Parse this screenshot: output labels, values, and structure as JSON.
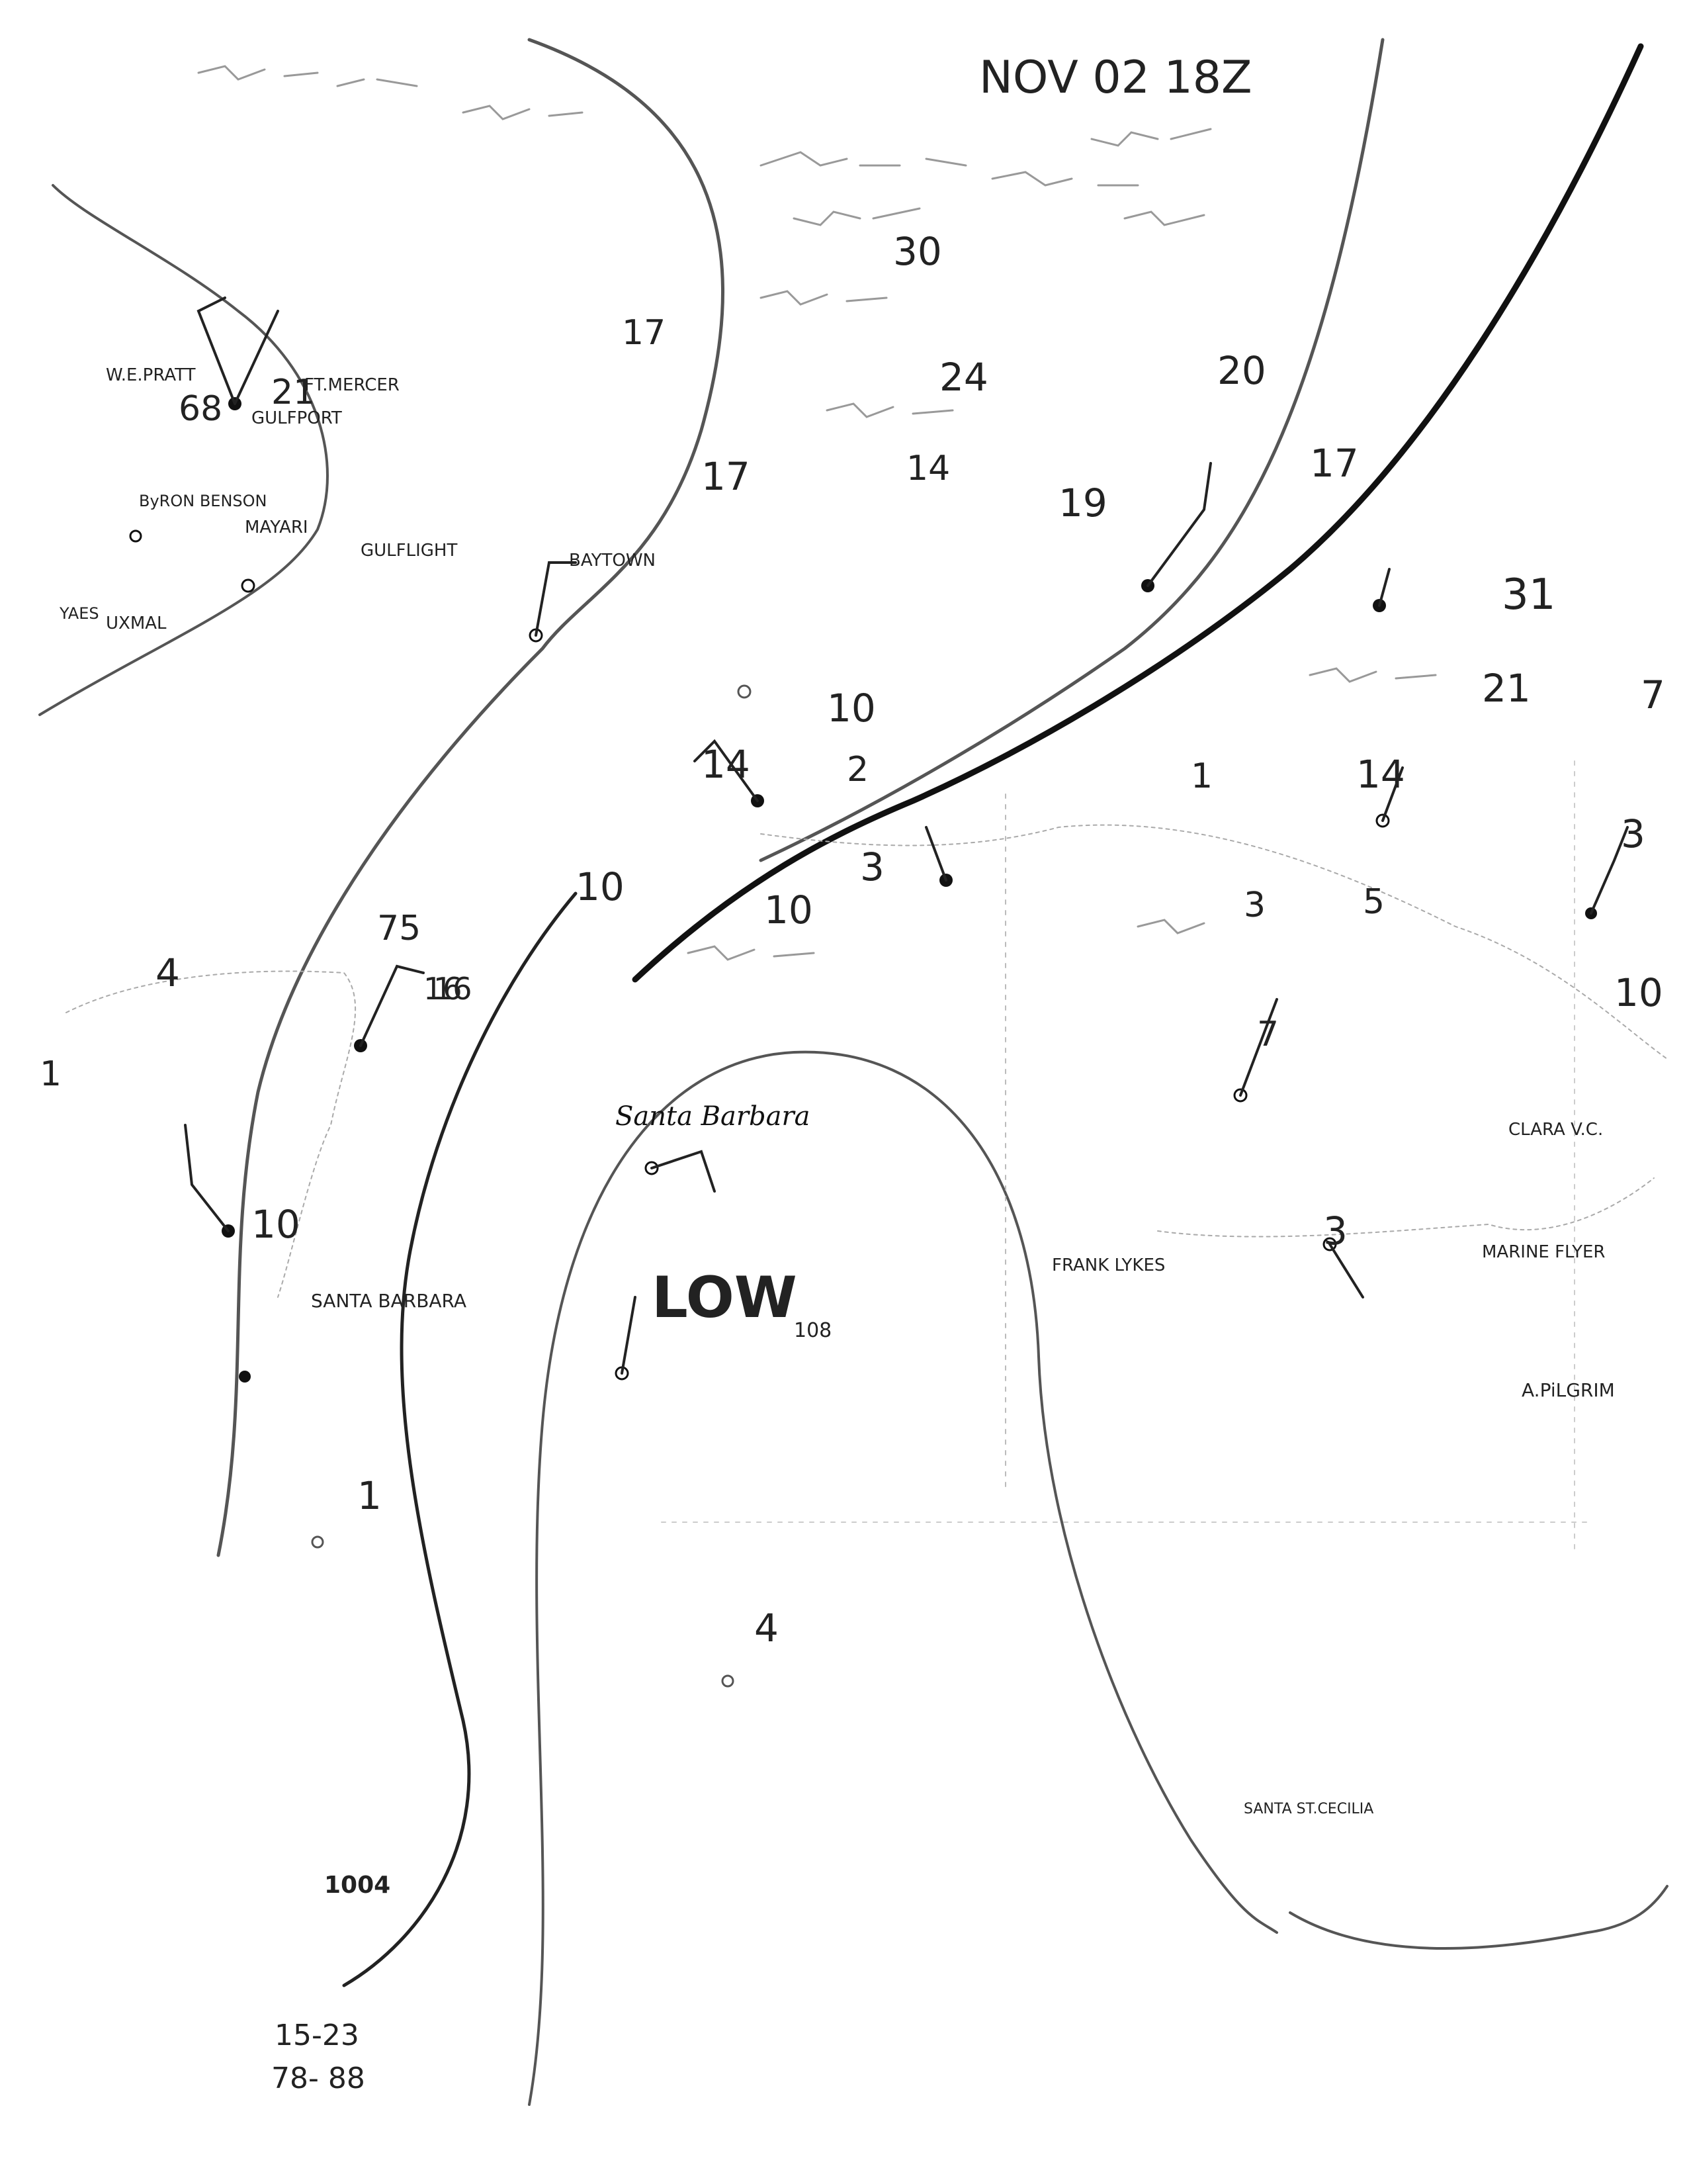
{
  "header": {
    "date_label": "NOV 02 18Z"
  },
  "colors": {
    "ink_dark": "#111111",
    "ink_mid": "#444444",
    "ink_light": "#8a8a8a",
    "paper": "#ffffff"
  },
  "station_labels": {
    "we_pratt": "W.E.PRATT",
    "ft_mercer": "FT.MERCER",
    "gulfport": "GULFPORT",
    "byron_benson": "ByRON BENSON",
    "mayari": "MAYARI",
    "gulflight": "GULFLIGHT",
    "yaes": "YAES",
    "uxmal": "UXMAL",
    "baytown": "BAYTOWN",
    "santa_barbara": "SANTA BARBARA",
    "santa_barbara_script": "Santa Barbara",
    "frank_lykes": "FRANK LYKES",
    "clara_vic": "CLARA V.C.",
    "marine_flyer": "MARINE FLYER",
    "a_pilgrim": "A.PiLGRIM",
    "santa_st_cecilia": "SANTA ST.CECILIA",
    "low_label": "LOW",
    "low_pressure": "108",
    "isobar_1004": "1004"
  },
  "wind_numbers": [
    "20",
    "17",
    "31",
    "21",
    "14",
    "24",
    "30",
    "17",
    "19",
    "14",
    "10",
    "2",
    "14",
    "10",
    "3",
    "10",
    "1",
    "3",
    "5",
    "16",
    "4",
    "10",
    "1",
    "3",
    "7",
    "3",
    "4",
    "1",
    "7",
    "21",
    "75",
    "68",
    "16",
    "10",
    "17"
  ],
  "footnote": {
    "line1": "15-23",
    "line2": "78- 88"
  }
}
